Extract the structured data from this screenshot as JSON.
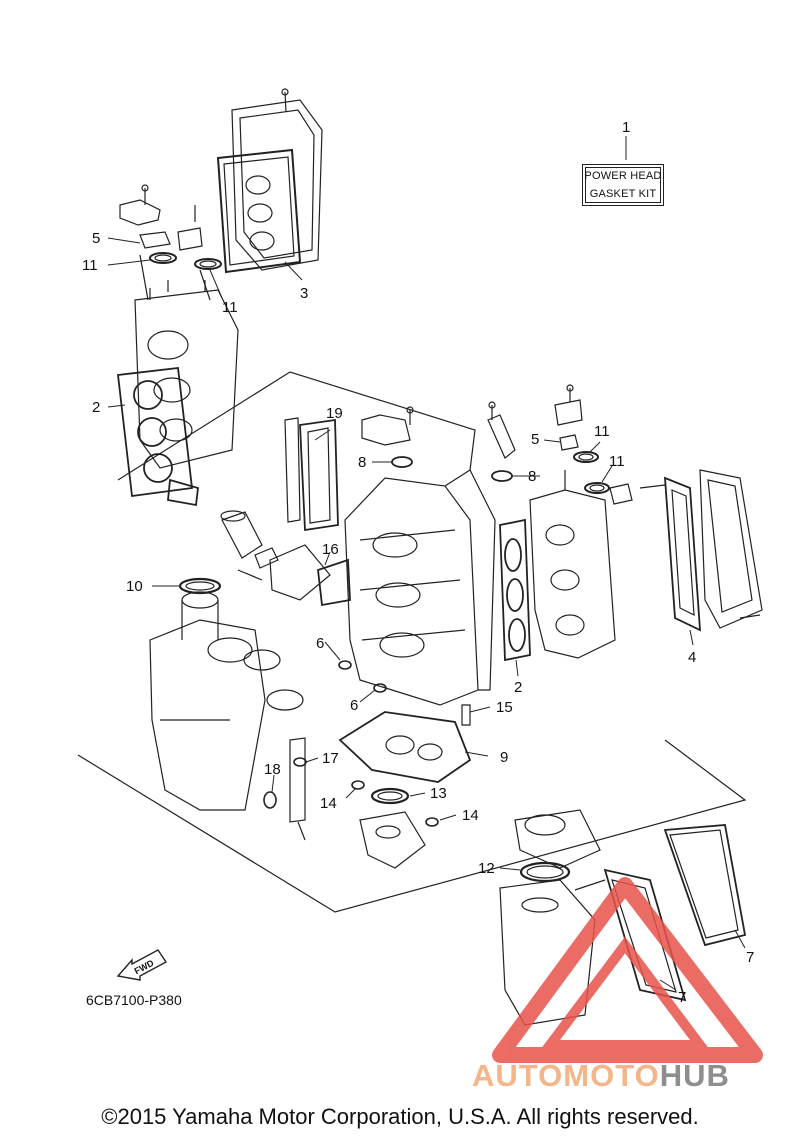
{
  "kit_box": {
    "line1": "POWER HEAD",
    "line2": "GASKET KIT"
  },
  "callouts": {
    "c1": "1",
    "c2a": "2",
    "c2b": "2",
    "c3": "3",
    "c4": "4",
    "c5a": "5",
    "c5b": "5",
    "c6a": "6",
    "c6b": "6",
    "c7a": "7",
    "c7b": "7",
    "c8a": "8",
    "c8b": "8",
    "c9": "9",
    "c10": "10",
    "c11a": "11",
    "c11b": "11",
    "c11c": "11",
    "c11d": "11",
    "c12": "12",
    "c13": "13",
    "c14a": "14",
    "c14b": "14",
    "c15": "15",
    "c16": "16",
    "c17": "17",
    "c18": "18",
    "c19": "19"
  },
  "fwd_label": "FWD",
  "diagram_code": "6CB7100-P380",
  "watermark": {
    "part1": "AUTOMOTO",
    "part2": "HUB",
    "color1": "#f3b58a",
    "color2": "#8e8e8e",
    "triangle_color": "#e8534a"
  },
  "copyright": "©2015 Yamaha Motor Corporation, U.S.A. All rights reserved."
}
